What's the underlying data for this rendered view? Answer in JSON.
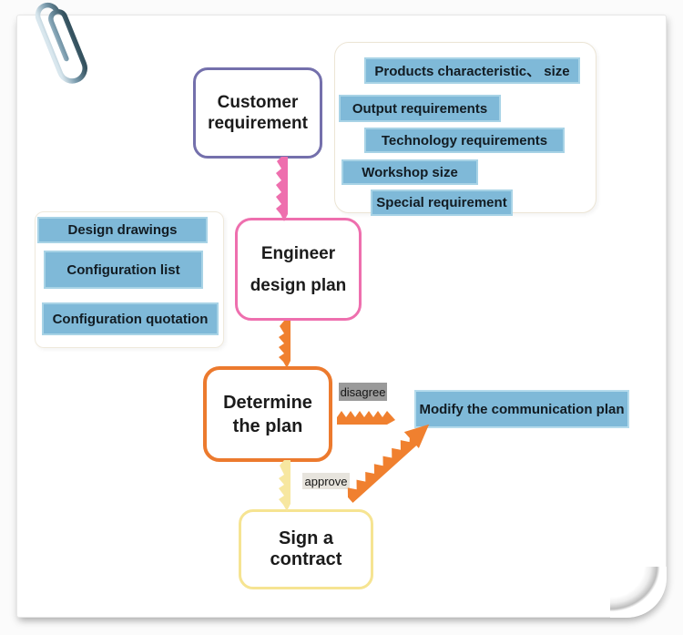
{
  "diagram": {
    "nodes": {
      "customer": {
        "line1": "Customer",
        "line2": "requirement"
      },
      "engineer": {
        "line1": "Engineer",
        "line2": "design plan"
      },
      "determine": {
        "line1": "Determine",
        "line2": "the plan"
      },
      "sign": {
        "label": "Sign a contract"
      },
      "modify": {
        "label": "Modify the communication plan"
      }
    },
    "requirement_tags": [
      "Products characteristic、 size",
      "Output requirements",
      "Technology requirements",
      "Workshop size",
      "Special requirement"
    ],
    "deliverable_tags": [
      "Design drawings",
      "Configuration list",
      "Configuration quotation"
    ],
    "branch_labels": {
      "disagree": "disagree",
      "approve": "approve"
    },
    "icons": {
      "paperclip": "paperclip-icon"
    },
    "colors": {
      "customer_border": "#7470ac",
      "engineer_border": "#ee6fae",
      "determine_border": "#ec7a2e",
      "sign_border": "#f6e492",
      "tag_fill": "#7fb9d8",
      "arrow_pink": "#ee6fae",
      "arrow_orange": "#f0802f",
      "arrow_yellow": "#f7e7a0",
      "disagree_bg": "#9a9a9a",
      "approve_bg": "#e7e4dd"
    }
  }
}
